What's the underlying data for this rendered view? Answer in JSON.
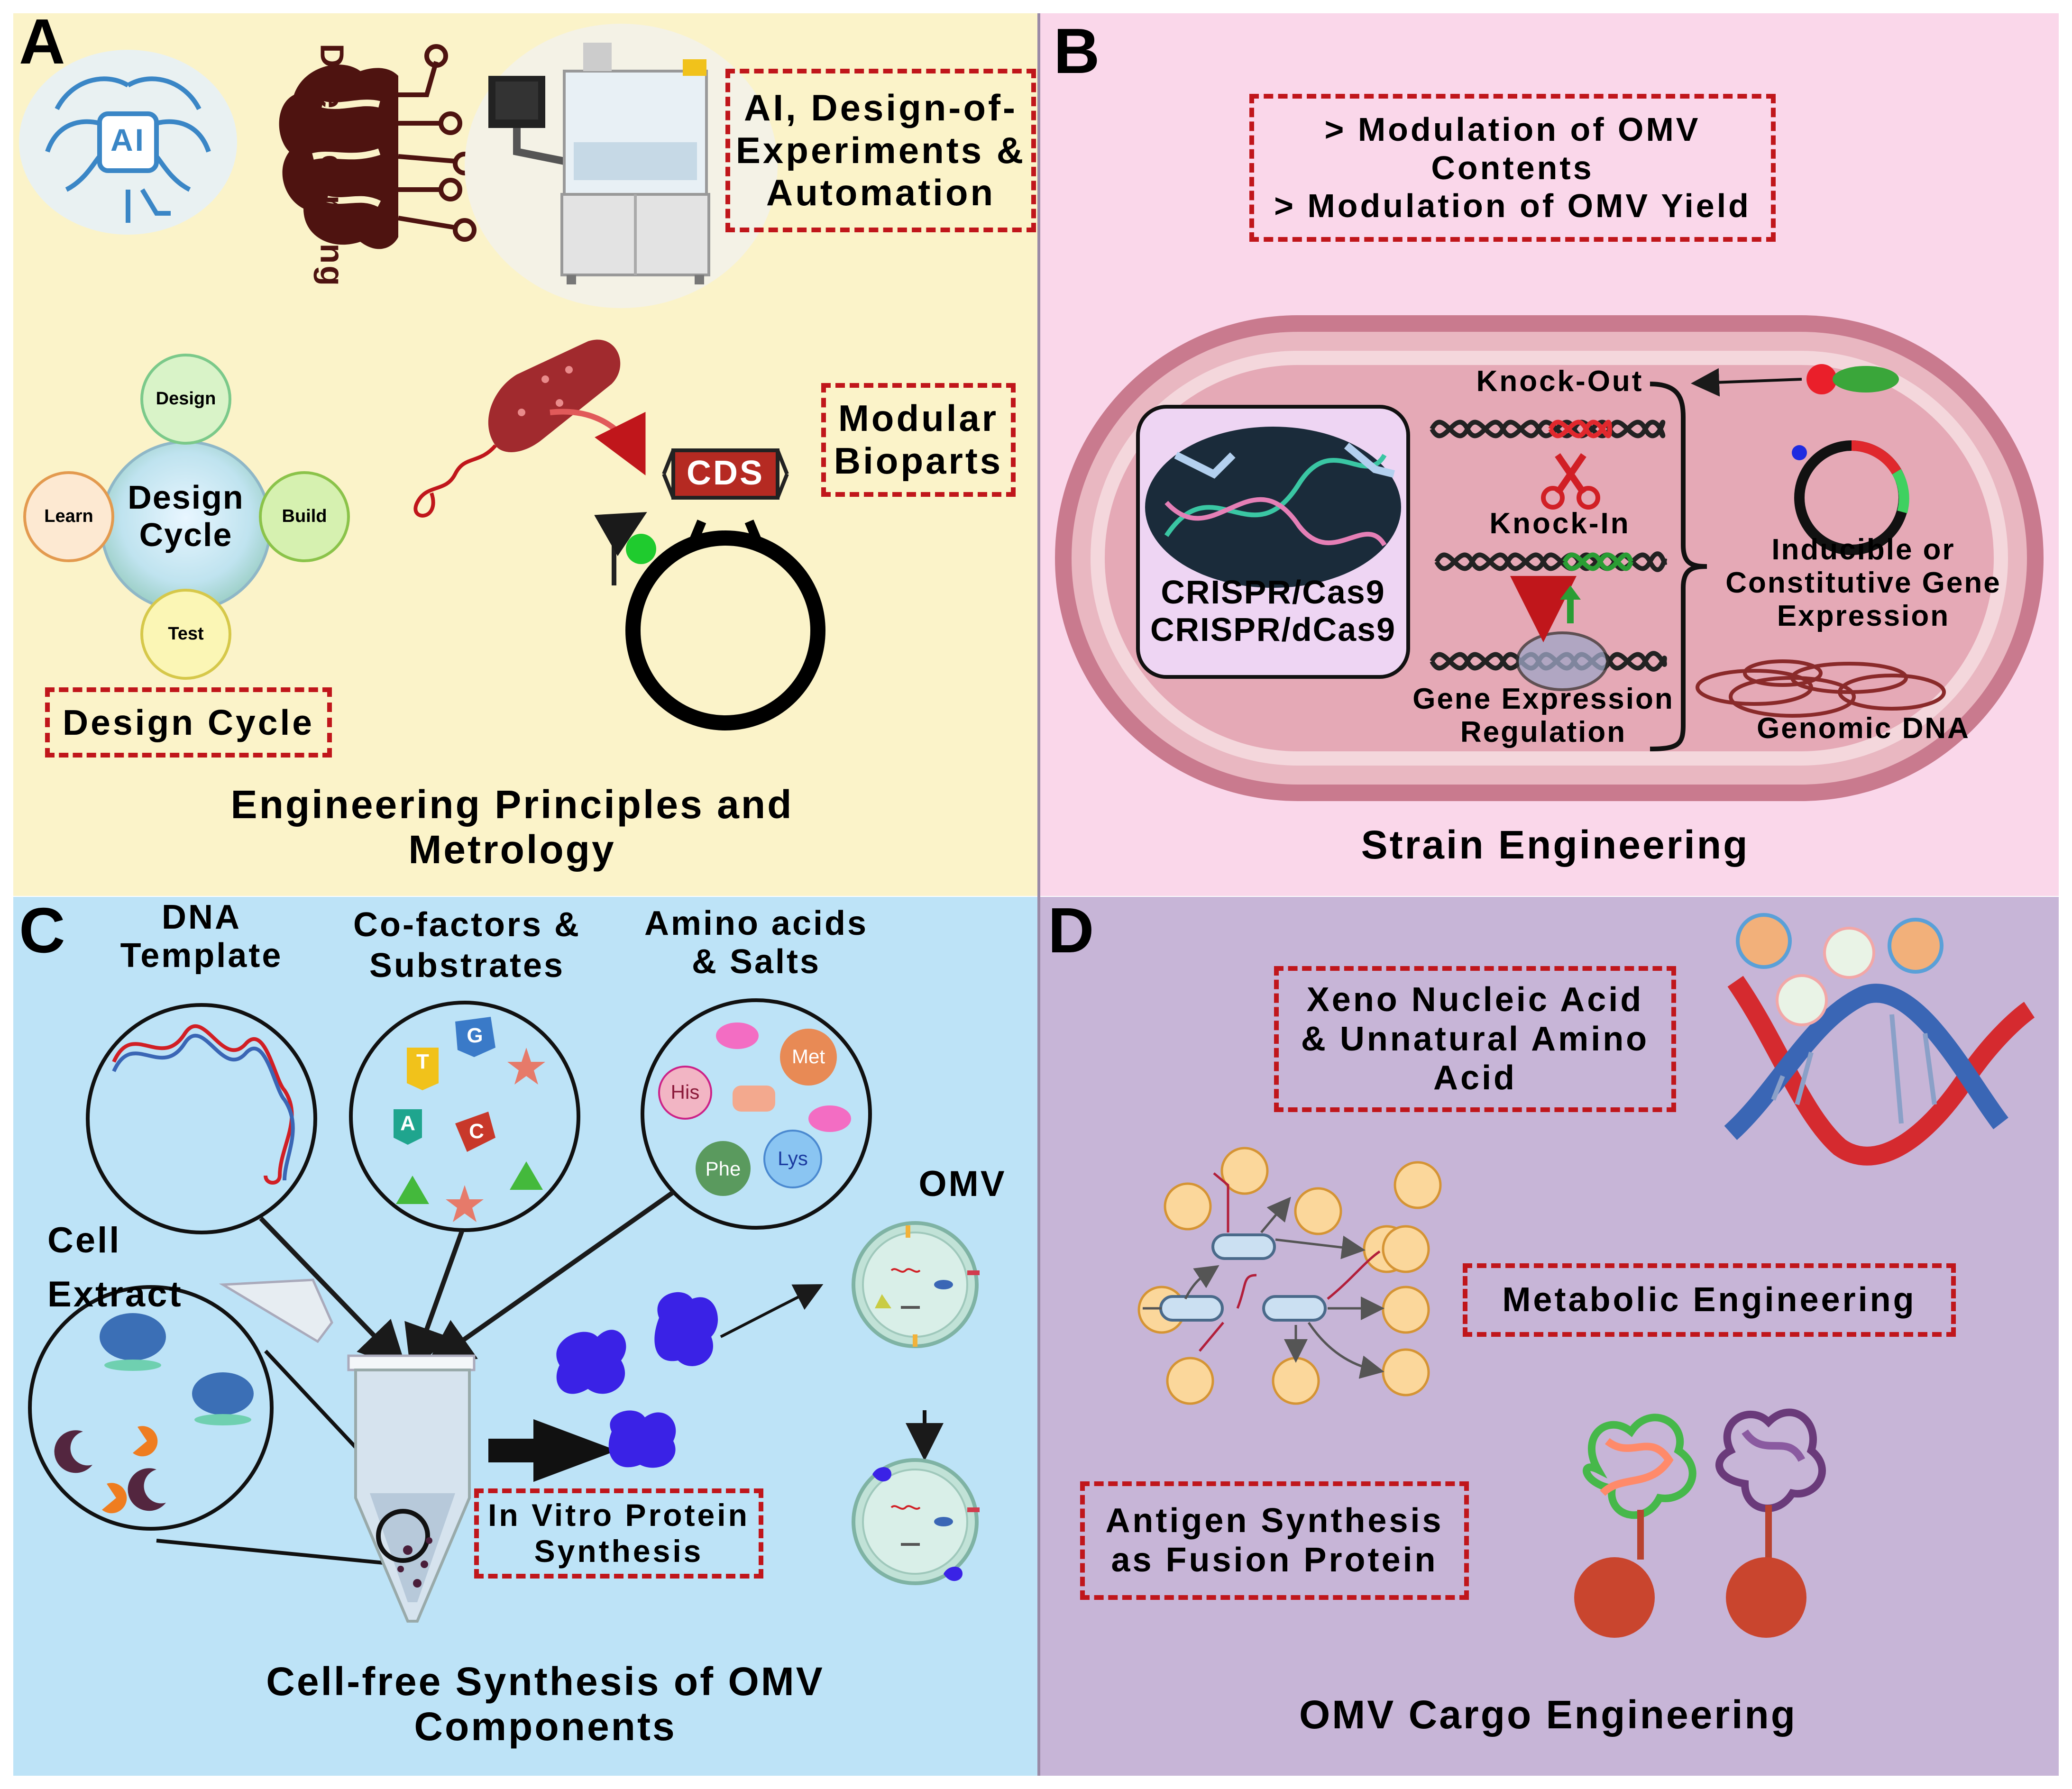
{
  "panels": {
    "a": {
      "letter": "A",
      "deep_learning": "Deep learning",
      "ai_chip": "AI",
      "box_ai": "AI, Design-of-\nExperiments &\nAutomation",
      "cycle_center": "Design\nCycle",
      "cycle_design": "Design",
      "cycle_build": "Build",
      "cycle_test": "Test",
      "cycle_learn": "Learn",
      "box_design_cycle": "Design Cycle",
      "cds": "CDS",
      "box_modular": "Modular\nBioparts",
      "title": "Engineering Principles and\nMetrology"
    },
    "b": {
      "letter": "B",
      "box_modulation": "> Modulation of OMV\nContents\n> Modulation of OMV Yield",
      "crispr": "CRISPR/Cas9\nCRISPR/dCas9",
      "knock_out": "Knock-Out",
      "knock_in": "Knock-In",
      "gene_regulation": "Gene Expression\nRegulation",
      "inducible": "Inducible or\nConstitutive Gene\nExpression",
      "genomic": "Genomic DNA",
      "title": "Strain Engineering"
    },
    "c": {
      "letter": "C",
      "dna_template": "DNA\nTemplate",
      "cofactors": "Co-factors &\nSubstrates",
      "amino_acids": "Amino acids\n& Salts",
      "cell_extract": "Cell\nExtract",
      "omv": "OMV",
      "box_in_vitro": "In Vitro Protein\nSynthesis",
      "aa_his": "His",
      "aa_met": "Met",
      "aa_phe": "Phe",
      "aa_lys": "Lys",
      "nt_t": "T",
      "nt_g": "G",
      "nt_a": "A",
      "nt_c": "C",
      "title": "Cell-free Synthesis of OMV\nComponents"
    },
    "d": {
      "letter": "D",
      "box_xeno": "Xeno Nucleic Acid\n& Unnatural Amino\nAcid",
      "box_metabolic": "Metabolic Engineering",
      "box_antigen": "Antigen Synthesis\nas Fusion Protein",
      "title": "OMV Cargo Engineering"
    }
  },
  "colors": {
    "panel_a_bg": "#fbf3c9",
    "panel_b_bg": "#fad7ea",
    "panel_c_bg": "#bde3f7",
    "panel_d_bg": "#c7b5d7",
    "dashed_box_border": "#c0161b",
    "cell_membrane": "#d27d91",
    "dna_red": "#d1262b",
    "dna_blue": "#3a66b5",
    "protein_blue": "#3a22e6",
    "metabolite_fill": "#fbd79b"
  },
  "icons": [
    "ai-brain-icon",
    "deep-learning-head-icon",
    "lab-robot-icon",
    "bacterium-icon",
    "plasmid-icon",
    "crispr-icon",
    "scissors-icon",
    "dna-helix-icon",
    "test-tube-icon",
    "vesicle-icon",
    "protein-icon",
    "metabolite-node-icon",
    "fusion-protein-icon"
  ]
}
